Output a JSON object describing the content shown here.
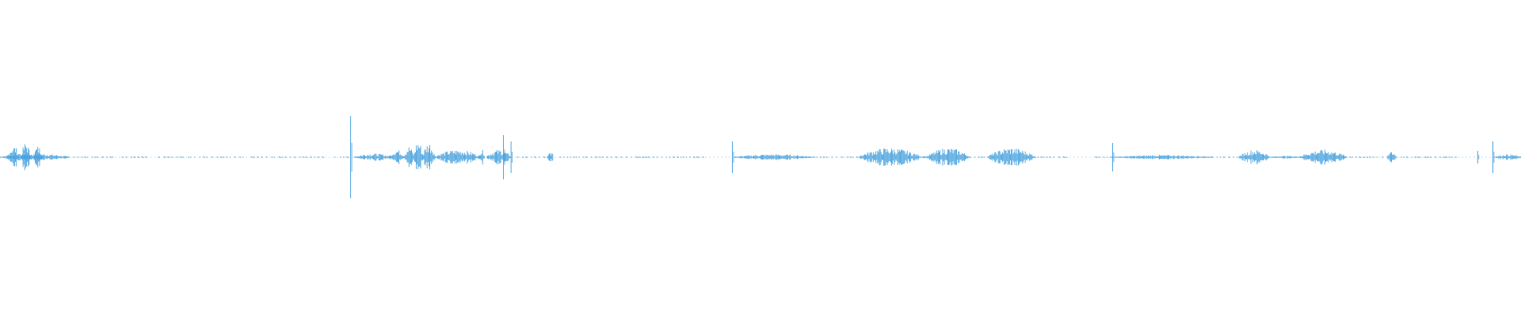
{
  "waveform": {
    "color": "#4aa3df",
    "duration_label": "",
    "bursts": [
      {
        "position": 0.0,
        "amplitude": 0.01,
        "kind": "noise",
        "length": 0.045
      },
      {
        "position": 0.005,
        "amplitude": 0.03,
        "kind": "noise",
        "length": 0.008
      },
      {
        "position": 0.014,
        "amplitude": 0.04,
        "kind": "noise",
        "length": 0.006
      },
      {
        "position": 0.022,
        "amplitude": 0.03,
        "kind": "noise",
        "length": 0.006
      },
      {
        "position": 0.045,
        "amplitude": 0.006,
        "kind": "dotted",
        "length": 0.03
      },
      {
        "position": 0.08,
        "amplitude": 0.004,
        "kind": "dotted",
        "length": 0.017
      },
      {
        "position": 0.104,
        "amplitude": 0.004,
        "kind": "dotted",
        "length": 0.02
      },
      {
        "position": 0.125,
        "amplitude": 0.004,
        "kind": "dotted",
        "length": 0.035
      },
      {
        "position": 0.165,
        "amplitude": 0.004,
        "kind": "dotted",
        "length": 0.05
      },
      {
        "position": 0.22,
        "amplitude": 0.004,
        "kind": "dotted",
        "length": 0.008
      },
      {
        "position": 0.2305,
        "amplitude": 0.13,
        "kind": "spike",
        "length": 0.002
      },
      {
        "position": 0.233,
        "amplitude": 0.01,
        "kind": "noise",
        "length": 0.025
      },
      {
        "position": 0.256,
        "amplitude": 0.02,
        "kind": "noise",
        "length": 0.01
      },
      {
        "position": 0.266,
        "amplitude": 0.03,
        "kind": "noise",
        "length": 0.006
      },
      {
        "position": 0.272,
        "amplitude": 0.045,
        "kind": "noise",
        "length": 0.006
      },
      {
        "position": 0.278,
        "amplitude": 0.04,
        "kind": "noise",
        "length": 0.008
      },
      {
        "position": 0.286,
        "amplitude": 0.02,
        "kind": "noise",
        "length": 0.03
      },
      {
        "position": 0.315,
        "amplitude": 0.02,
        "kind": "noise",
        "length": 0.004
      },
      {
        "position": 0.32,
        "amplitude": 0.02,
        "kind": "noise",
        "length": 0.016
      },
      {
        "position": 0.331,
        "amplitude": 0.07,
        "kind": "spike",
        "length": 0.002
      },
      {
        "position": 0.336,
        "amplitude": 0.05,
        "kind": "spike",
        "length": 0.002
      },
      {
        "position": 0.34,
        "amplitude": 0.006,
        "kind": "dotted",
        "length": 0.02
      },
      {
        "position": 0.36,
        "amplitude": 0.015,
        "kind": "noise",
        "length": 0.004
      },
      {
        "position": 0.368,
        "amplitude": 0.004,
        "kind": "dotted",
        "length": 0.095
      },
      {
        "position": 0.4815,
        "amplitude": 0.05,
        "kind": "spike",
        "length": 0.002
      },
      {
        "position": 0.483,
        "amplitude": 0.008,
        "kind": "noise",
        "length": 0.052
      },
      {
        "position": 0.535,
        "amplitude": 0.004,
        "kind": "dotted",
        "length": 0.03
      },
      {
        "position": 0.565,
        "amplitude": 0.025,
        "kind": "noise",
        "length": 0.04
      },
      {
        "position": 0.605,
        "amplitude": 0.004,
        "kind": "noise",
        "length": 0.005
      },
      {
        "position": 0.61,
        "amplitude": 0.025,
        "kind": "noise",
        "length": 0.027
      },
      {
        "position": 0.637,
        "amplitude": 0.004,
        "kind": "dotted",
        "length": 0.013
      },
      {
        "position": 0.65,
        "amplitude": 0.025,
        "kind": "noise",
        "length": 0.03
      },
      {
        "position": 0.68,
        "amplitude": 0.004,
        "kind": "dotted",
        "length": 0.024
      },
      {
        "position": 0.72,
        "amplitude": 0.004,
        "kind": "dotted",
        "length": 0.012
      },
      {
        "position": 0.7315,
        "amplitude": 0.045,
        "kind": "spike",
        "length": 0.002
      },
      {
        "position": 0.733,
        "amplitude": 0.006,
        "kind": "noise",
        "length": 0.065
      },
      {
        "position": 0.8,
        "amplitude": 0.004,
        "kind": "dotted",
        "length": 0.015
      },
      {
        "position": 0.815,
        "amplitude": 0.02,
        "kind": "noise",
        "length": 0.02
      },
      {
        "position": 0.835,
        "amplitude": 0.004,
        "kind": "noise",
        "length": 0.02
      },
      {
        "position": 0.855,
        "amplitude": 0.02,
        "kind": "noise",
        "length": 0.03
      },
      {
        "position": 0.885,
        "amplitude": 0.004,
        "kind": "dotted",
        "length": 0.025
      },
      {
        "position": 0.912,
        "amplitude": 0.015,
        "kind": "noise",
        "length": 0.006
      },
      {
        "position": 0.918,
        "amplitude": 0.004,
        "kind": "dotted",
        "length": 0.04
      },
      {
        "position": 0.9715,
        "amplitude": 0.02,
        "kind": "spike",
        "length": 0.002
      },
      {
        "position": 0.9815,
        "amplitude": 0.05,
        "kind": "spike",
        "length": 0.002
      },
      {
        "position": 0.983,
        "amplitude": 0.008,
        "kind": "noise",
        "length": 0.017
      }
    ]
  }
}
